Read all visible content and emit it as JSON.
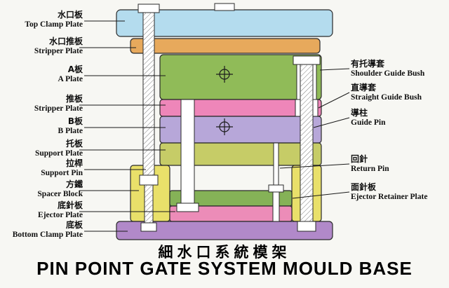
{
  "titles": {
    "chinese": "細水口系統模架",
    "english": "PIN POINT GATE SYSTEM MOULD BASE"
  },
  "left_labels": [
    {
      "cn": "水口板",
      "en": "Top Clamp Plate"
    },
    {
      "cn": "水口推板",
      "en": "Stripper Plate"
    },
    {
      "cn": "A板",
      "en": "A Plate"
    },
    {
      "cn": "推板",
      "en": "Stripper Plate"
    },
    {
      "cn": "B板",
      "en": "B Plate"
    },
    {
      "cn": "托板",
      "en": "Support Plate"
    },
    {
      "cn": "拉桿",
      "en": "Support Pin"
    },
    {
      "cn": "方鐵",
      "en": "Spacer Block"
    },
    {
      "cn": "底針板",
      "en": "Ejector Plate"
    },
    {
      "cn": "底板",
      "en": "Bottom Clamp Plate"
    }
  ],
  "right_labels": [
    {
      "cn": "有托導套",
      "en": "Shoulder Guide Bush"
    },
    {
      "cn": "直導套",
      "en": "Straight Guide Bush"
    },
    {
      "cn": "導柱",
      "en": "Guide Pin"
    },
    {
      "cn": "回針",
      "en": "Return Pin"
    },
    {
      "cn": "面針板",
      "en": "Ejector Retainer Plate"
    }
  ],
  "colors": {
    "top_clamp_plate": "#b4dcee",
    "runner_stripper_plate": "#e7a95c",
    "a_plate": "#90bb58",
    "stripper_plate": "#ee86b9",
    "b_plate": "#b7a7d9",
    "support_plate": "#c6cc67",
    "spacer_block": "#e9e06a",
    "ejector_retainer_plate": "#85b257",
    "ejector_plate": "#ec8cb8",
    "bottom_clamp_plate": "#b189c9",
    "pin_fill": "#ffffff",
    "outline": "#2a2a2a"
  }
}
